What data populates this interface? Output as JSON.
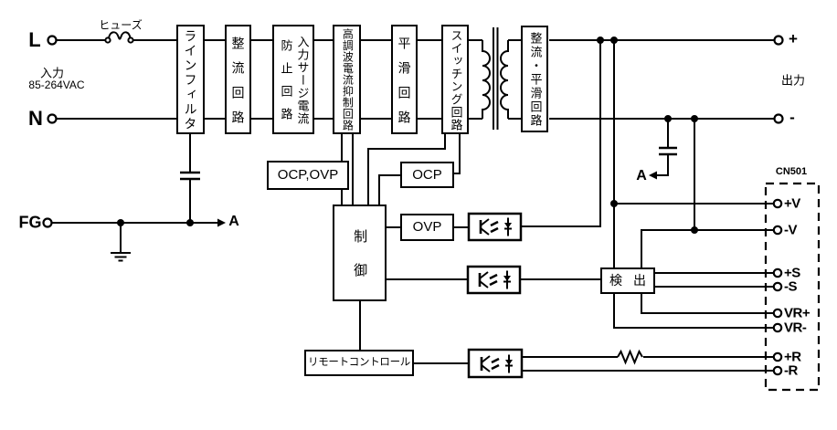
{
  "input": {
    "l_label": "L",
    "n_label": "N",
    "fg_label": "FG",
    "heading": "入力",
    "voltage_range": "85-264VAC",
    "fuse_label": "ヒューズ"
  },
  "blocks": {
    "line_filter": "ラインフィルタ",
    "rectifier": "整流回路",
    "surge_main": "入力サージ電流",
    "surge_sub": "防止回路",
    "harmonic": "高調波電流抑制回路",
    "smoothing": "平滑回路",
    "switching": "スイッチング回路",
    "output_rectifier": "整流・平滑回路",
    "ocp_ovp": "OCP,OVP",
    "ocp": "OCP",
    "ovp": "OVP",
    "control": "制御",
    "remote_control": "リモートコントロール",
    "detect": "検出"
  },
  "output": {
    "heading": "出力",
    "plus": "+",
    "minus": "-"
  },
  "connector": {
    "name": "CN501",
    "pins": [
      "+V",
      "-V",
      "+S",
      "-S",
      "VR+",
      "VR-",
      "+R",
      "-R"
    ]
  },
  "annotations": {
    "node_a_ground": "A",
    "node_a_capacitor": "A"
  },
  "colors": {
    "line": "#000000",
    "background": "#ffffff"
  }
}
